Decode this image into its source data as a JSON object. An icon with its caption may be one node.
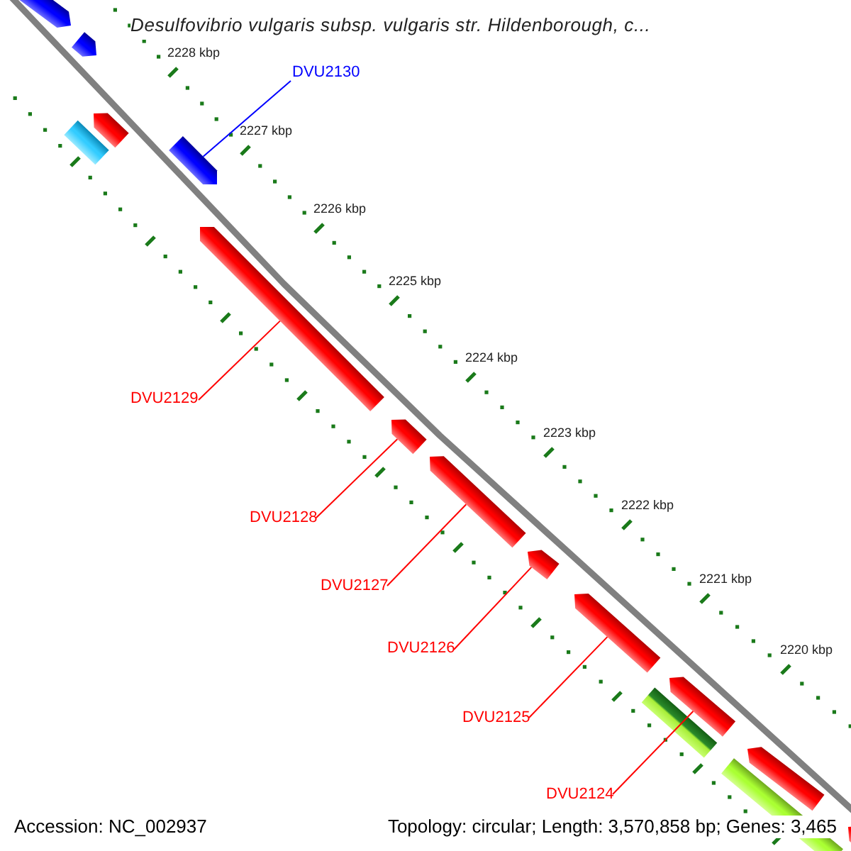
{
  "diagram": {
    "title": "Desulfovibrio vulgaris subsp. vulgaris str. Hildenborough, c...",
    "nodes": [
      {
        "text": [],
        "shape": "pentagon"
      },
      {
        "text": [],
        "shape": "pentagon"
      },
      {
        "text": [
          "DVU2130"
        ]
      },
      {
        "text": [],
        "shape": "pentagon"
      },
      {
        "text": [],
        "shape": "bar"
      },
      {
        "text": [],
        "shape": "pentagon"
      },
      {
        "text": [],
        "shape": "pentagon"
      },
      {
        "text": [
          "DVU2129"
        ]
      },
      {
        "text": [],
        "shape": "pentagon"
      },
      {
        "text": [],
        "shape": "pentagon"
      },
      {
        "text": [
          "DVU2128"
        ]
      },
      {
        "text": [],
        "shape": "pentagon"
      },
      {
        "text": [],
        "shape": "pentagon"
      },
      {
        "text": [
          "DVU2127"
        ]
      },
      {
        "text": [
          "DVU2126"
        ]
      },
      {
        "text": [],
        "shape": "bar"
      },
      {
        "text": [],
        "shape": "pentagon"
      },
      {
        "text": [
          "DVU2125"
        ]
      },
      {
        "text": [],
        "shape": "pentagon"
      },
      {
        "text": [],
        "shape": "bar"
      },
      {
        "text": [
          "DVU2124"
        ]
      },
      {
        "text": [],
        "shape": "pentagon"
      }
    ],
    "edges": [
      {
        "from": 2,
        "to": 5,
        "arrow": "none",
        "color": "#0000ff"
      },
      {
        "from": 7,
        "to": 6,
        "arrow": "none"
      },
      {
        "from": 10,
        "to": 8,
        "arrow": "none"
      },
      {
        "from": 13,
        "to": 9,
        "arrow": "none"
      },
      {
        "from": 14,
        "to": 11,
        "arrow": "none"
      },
      {
        "from": 17,
        "to": 12,
        "arrow": "none"
      },
      {
        "from": 20,
        "to": 16,
        "arrow": "none"
      }
    ],
    "labels": [
      "2228 kbp",
      "2227 kbp",
      "2226 kbp",
      "2225 kbp",
      "2224 kbp",
      "2223 kbp",
      "2222 kbp",
      "2221 kbp",
      "2220 kbp",
      "Accession: NC_002937",
      "Topology: circular; Length: 3,570,858 bp; Genes: 3,465"
    ]
  }
}
